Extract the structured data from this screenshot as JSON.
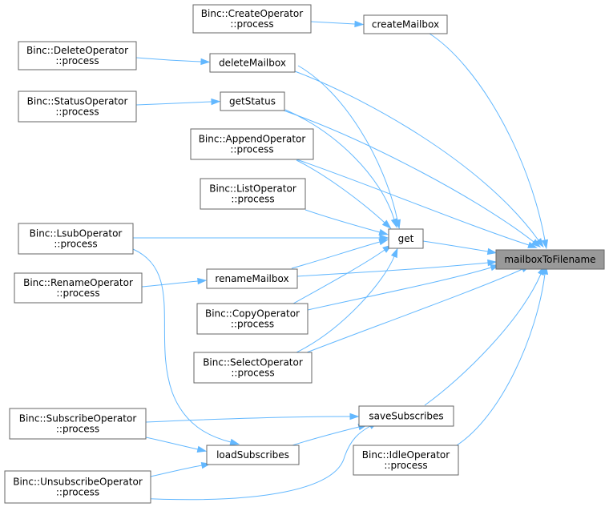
{
  "graph": {
    "nodes": [
      {
        "id": "createOperator",
        "lines": [
          "Binc::CreateOperator",
          "::process"
        ]
      },
      {
        "id": "createMailbox",
        "lines": [
          "createMailbox"
        ]
      },
      {
        "id": "deleteOperator",
        "lines": [
          "Binc::DeleteOperator",
          "::process"
        ]
      },
      {
        "id": "deleteMailbox",
        "lines": [
          "deleteMailbox"
        ]
      },
      {
        "id": "statusOperator",
        "lines": [
          "Binc::StatusOperator",
          "::process"
        ]
      },
      {
        "id": "getStatus",
        "lines": [
          "getStatus"
        ]
      },
      {
        "id": "appendOperator",
        "lines": [
          "Binc::AppendOperator",
          "::process"
        ]
      },
      {
        "id": "listOperator",
        "lines": [
          "Binc::ListOperator",
          "::process"
        ]
      },
      {
        "id": "lsubOperator",
        "lines": [
          "Binc::LsubOperator",
          "::process"
        ]
      },
      {
        "id": "get",
        "lines": [
          "get"
        ]
      },
      {
        "id": "mailboxToFilename",
        "lines": [
          "mailboxToFilename"
        ]
      },
      {
        "id": "renameOperator",
        "lines": [
          "Binc::RenameOperator",
          "::process"
        ]
      },
      {
        "id": "renameMailbox",
        "lines": [
          "renameMailbox"
        ]
      },
      {
        "id": "copyOperator",
        "lines": [
          "Binc::CopyOperator",
          "::process"
        ]
      },
      {
        "id": "selectOperator",
        "lines": [
          "Binc::SelectOperator",
          "::process"
        ]
      },
      {
        "id": "saveSubscribes",
        "lines": [
          "saveSubscribes"
        ]
      },
      {
        "id": "subscribeOperator",
        "lines": [
          "Binc::SubscribeOperator",
          "::process"
        ]
      },
      {
        "id": "loadSubscribes",
        "lines": [
          "loadSubscribes"
        ]
      },
      {
        "id": "idleOperator",
        "lines": [
          "Binc::IdleOperator",
          "::process"
        ]
      },
      {
        "id": "unsubscribeOperator",
        "lines": [
          "Binc::UnsubscribeOperator",
          "::process"
        ]
      }
    ],
    "edges": [
      {
        "from": "createOperator",
        "to": "createMailbox"
      },
      {
        "from": "createMailbox",
        "to": "mailboxToFilename"
      },
      {
        "from": "deleteOperator",
        "to": "deleteMailbox"
      },
      {
        "from": "deleteMailbox",
        "to": "get"
      },
      {
        "from": "deleteMailbox",
        "to": "mailboxToFilename"
      },
      {
        "from": "statusOperator",
        "to": "getStatus"
      },
      {
        "from": "getStatus",
        "to": "get"
      },
      {
        "from": "getStatus",
        "to": "mailboxToFilename"
      },
      {
        "from": "appendOperator",
        "to": "get"
      },
      {
        "from": "appendOperator",
        "to": "mailboxToFilename"
      },
      {
        "from": "listOperator",
        "to": "get"
      },
      {
        "from": "lsubOperator",
        "to": "get"
      },
      {
        "from": "lsubOperator",
        "to": "loadSubscribes"
      },
      {
        "from": "get",
        "to": "mailboxToFilename"
      },
      {
        "from": "renameOperator",
        "to": "renameMailbox"
      },
      {
        "from": "renameMailbox",
        "to": "get"
      },
      {
        "from": "renameMailbox",
        "to": "mailboxToFilename"
      },
      {
        "from": "copyOperator",
        "to": "get"
      },
      {
        "from": "copyOperator",
        "to": "mailboxToFilename"
      },
      {
        "from": "selectOperator",
        "to": "get"
      },
      {
        "from": "selectOperator",
        "to": "mailboxToFilename"
      },
      {
        "from": "saveSubscribes",
        "to": "mailboxToFilename"
      },
      {
        "from": "subscribeOperator",
        "to": "saveSubscribes"
      },
      {
        "from": "subscribeOperator",
        "to": "loadSubscribes"
      },
      {
        "from": "loadSubscribes",
        "to": "saveSubscribes"
      },
      {
        "from": "idleOperator",
        "to": "mailboxToFilename"
      },
      {
        "from": "unsubscribeOperator",
        "to": "loadSubscribes"
      },
      {
        "from": "unsubscribeOperator",
        "to": "saveSubscribes"
      }
    ],
    "focus_node": "mailboxToFilename",
    "colors": {
      "edge": "#63b8ff",
      "node_border": "#666666",
      "node_fill": "#ffffff",
      "focus_fill": "#999999",
      "text": "#000000"
    }
  }
}
